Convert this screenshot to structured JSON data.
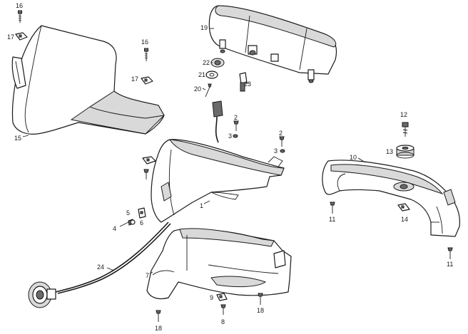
{
  "callouts": [
    "1",
    "2",
    "2",
    "3",
    "3",
    "4",
    "5",
    "6",
    "7",
    "8",
    "9",
    "10",
    "11",
    "11",
    "12",
    "13",
    "14",
    "15",
    "16",
    "16",
    "17",
    "17",
    "18",
    "18",
    "19",
    "20",
    "21",
    "22",
    "23",
    "24"
  ],
  "ink_color": "#1a1a1a",
  "shade_color": "#d9d9d9"
}
